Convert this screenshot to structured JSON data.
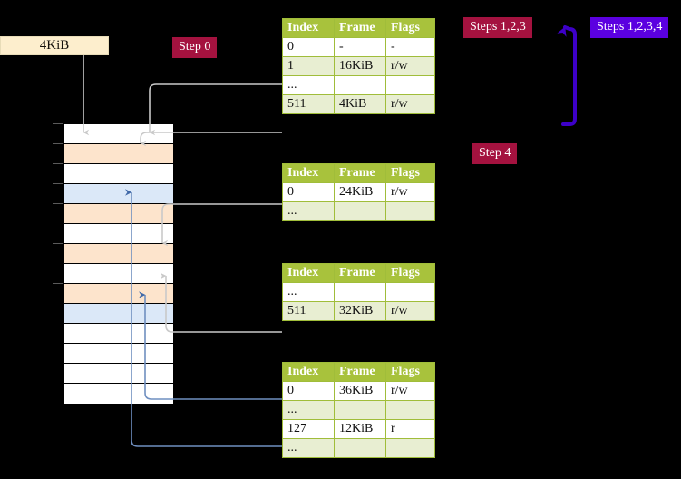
{
  "diagram": {
    "title_labels": {
      "step0": "Step 0",
      "step4": "Step 4",
      "steps123": "Steps 1,2,3",
      "steps1234": "Steps 1,2,3,4"
    },
    "page_size_box": {
      "label": "4KiB"
    },
    "colors": {
      "badge_red": "#a4123f",
      "badge_blue": "#5b00e0",
      "table_header": "#a8c23c",
      "table_border": "#a0bd3a",
      "table_alt_row": "#e8eed2",
      "highlight": "#fcf6a6",
      "mem_peach": "#fde4cc",
      "mem_blue": "#dbe8f8",
      "wire_gray": "#c9c9c9",
      "wire_blue": "#6f8fc0",
      "size_box_bg": "#fdeecd",
      "background": "#000000"
    },
    "columns": [
      "Index",
      "Frame",
      "Flags"
    ],
    "tables": [
      {
        "name": "pml4-table",
        "rows": [
          {
            "index": "0",
            "frame": "-",
            "flags": "-",
            "alt": false,
            "highlight": false
          },
          {
            "index": "1",
            "frame": "16KiB",
            "flags": "r/w",
            "alt": true,
            "highlight": false
          },
          {
            "index": "...",
            "frame": "",
            "flags": "",
            "alt": false,
            "highlight": false
          },
          {
            "index": "511",
            "frame": "4KiB",
            "flags": "r/w",
            "alt": true,
            "highlight": true
          }
        ]
      },
      {
        "name": "pdpt-table",
        "rows": [
          {
            "index": "0",
            "frame": "24KiB",
            "flags": "r/w",
            "alt": false,
            "highlight": false
          },
          {
            "index": "...",
            "frame": "",
            "flags": "",
            "alt": true,
            "highlight": false
          }
        ]
      },
      {
        "name": "pd-table",
        "rows": [
          {
            "index": "...",
            "frame": "",
            "flags": "",
            "alt": false,
            "highlight": false
          },
          {
            "index": "511",
            "frame": "32KiB",
            "flags": "r/w",
            "alt": true,
            "highlight": false
          }
        ]
      },
      {
        "name": "pt-table",
        "rows": [
          {
            "index": "0",
            "frame": "36KiB",
            "flags": "r/w",
            "alt": false,
            "highlight": false
          },
          {
            "index": "...",
            "frame": "",
            "flags": "",
            "alt": true,
            "highlight": false
          },
          {
            "index": "127",
            "frame": "12KiB",
            "flags": "r",
            "alt": false,
            "highlight": false
          },
          {
            "index": "...",
            "frame": "",
            "flags": "",
            "alt": true,
            "highlight": false
          }
        ]
      }
    ],
    "memory_column": {
      "name": "physical-memory-frames",
      "rows": [
        {
          "fill": "white"
        },
        {
          "fill": "peach"
        },
        {
          "fill": "white"
        },
        {
          "fill": "skyblue"
        },
        {
          "fill": "peach"
        },
        {
          "fill": "white"
        },
        {
          "fill": "peach"
        },
        {
          "fill": "white"
        },
        {
          "fill": "peach"
        },
        {
          "fill": "skyblue"
        },
        {
          "fill": "white"
        },
        {
          "fill": "white"
        },
        {
          "fill": "white"
        },
        {
          "fill": "white"
        }
      ]
    }
  }
}
